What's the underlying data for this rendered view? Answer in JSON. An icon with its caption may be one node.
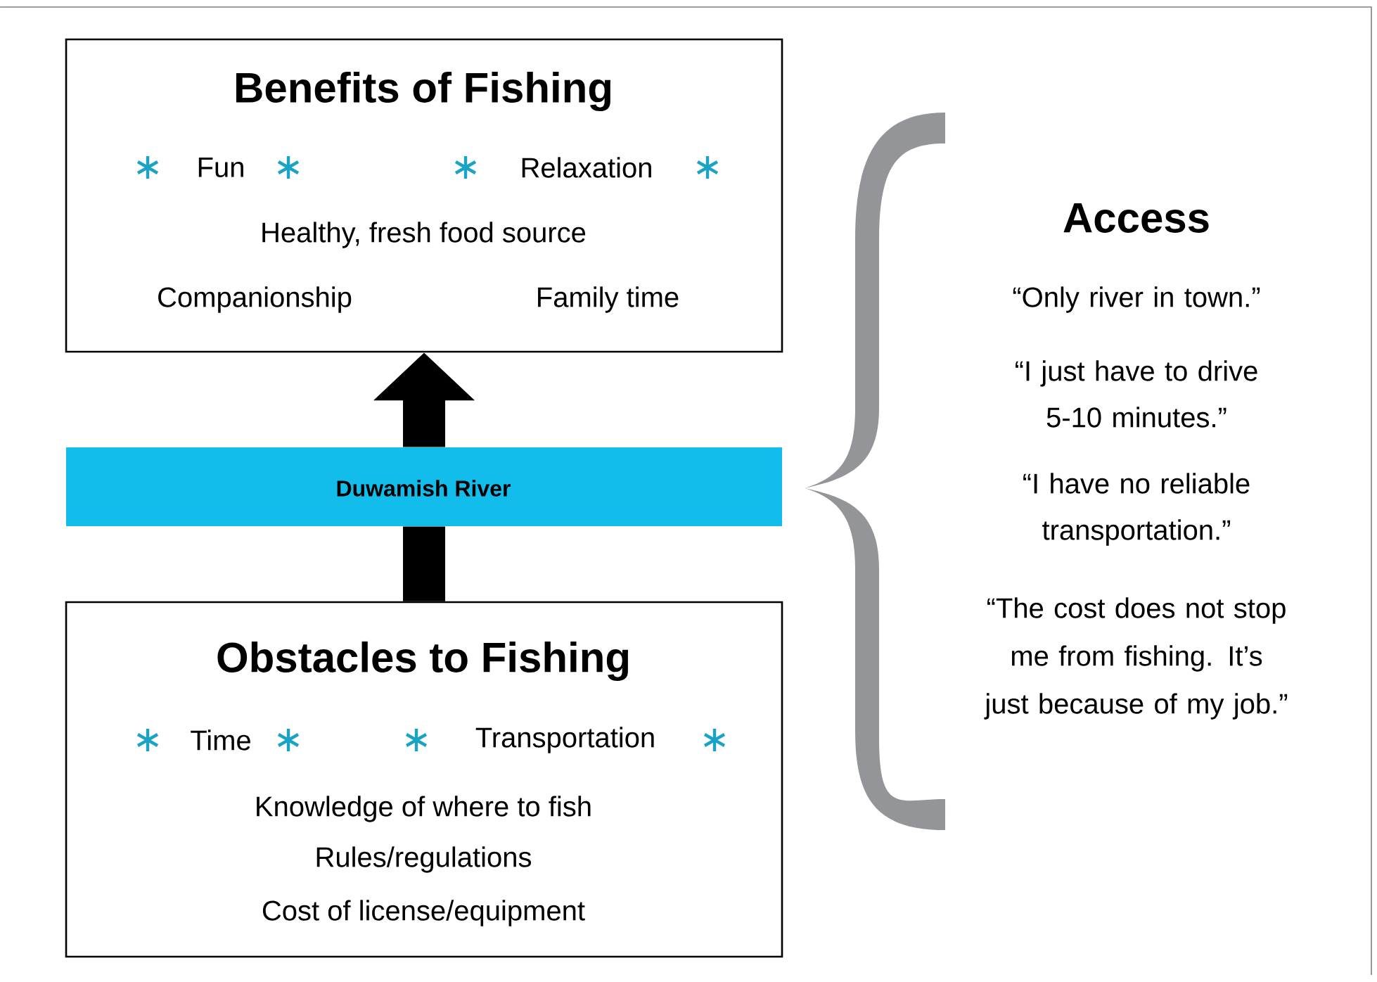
{
  "diagram": {
    "nodes": [
      {
        "text": [
          "Benefits of Fishing",
          "Fun",
          "Relaxation",
          "Healthy, fresh food source",
          "Companionship",
          "Family time"
        ]
      },
      {
        "text": [
          "Duwamish River"
        ]
      },
      {
        "text": [
          "Obstacles to Fishing",
          "Time",
          "Transportation",
          "Knowledge of where to fish",
          "Rules/regulations",
          "Cost of license/equipment"
        ]
      }
    ],
    "edges": [
      {
        "from": 2,
        "to": 1,
        "arrow": "none"
      },
      {
        "from": 1,
        "to": 0,
        "arrow": "to"
      }
    ],
    "labels": [
      "Access",
      "“Only river in town.”",
      "“I just have to drive 5-10 minutes.”",
      "“I have no reliable transportation.”",
      "“The cost does not stop me from fishing. It’s just because of my job.”"
    ]
  }
}
